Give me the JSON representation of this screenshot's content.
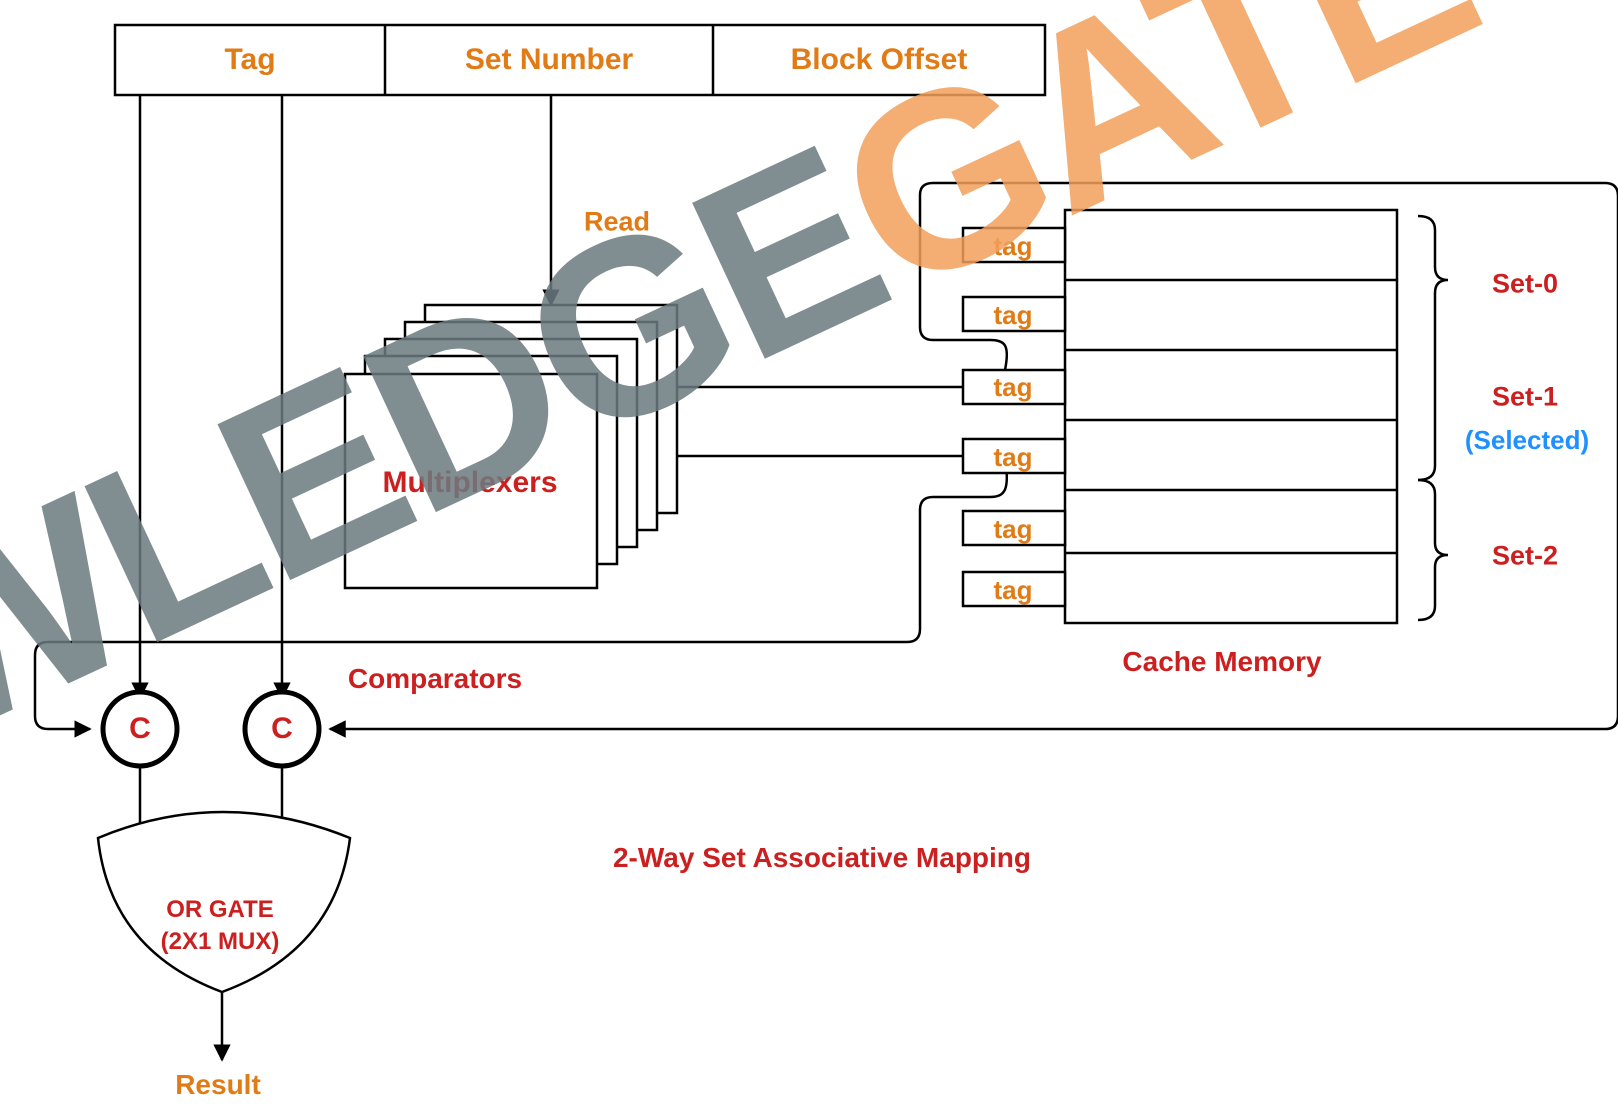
{
  "address_fields": {
    "tag": "Tag",
    "set_number": "Set Number",
    "block_offset": "Block Offset"
  },
  "read_label": "Read",
  "multiplexers_label": "Multiplexers",
  "cache": {
    "title": "Cache Memory",
    "tag_label": "tag",
    "sets": [
      {
        "name": "Set-0",
        "note": ""
      },
      {
        "name": "Set-1",
        "note": "(Selected)"
      },
      {
        "name": "Set-2",
        "note": ""
      }
    ]
  },
  "comparators_label": "Comparators",
  "comparator_symbol": "C",
  "or_gate": {
    "line1": "OR GATE",
    "line2": "(2X1 MUX)"
  },
  "result_label": "Result",
  "caption": "2-Way Set Associative Mapping",
  "watermark": {
    "part1": "KNOWLEDGE",
    "part2": "GATE"
  },
  "colors": {
    "orange": "#e07b16",
    "red": "#cc1f1f",
    "blue": "#1e90ff",
    "watermark_grey": "#6b7b80",
    "watermark_orange": "#f3a05b"
  }
}
